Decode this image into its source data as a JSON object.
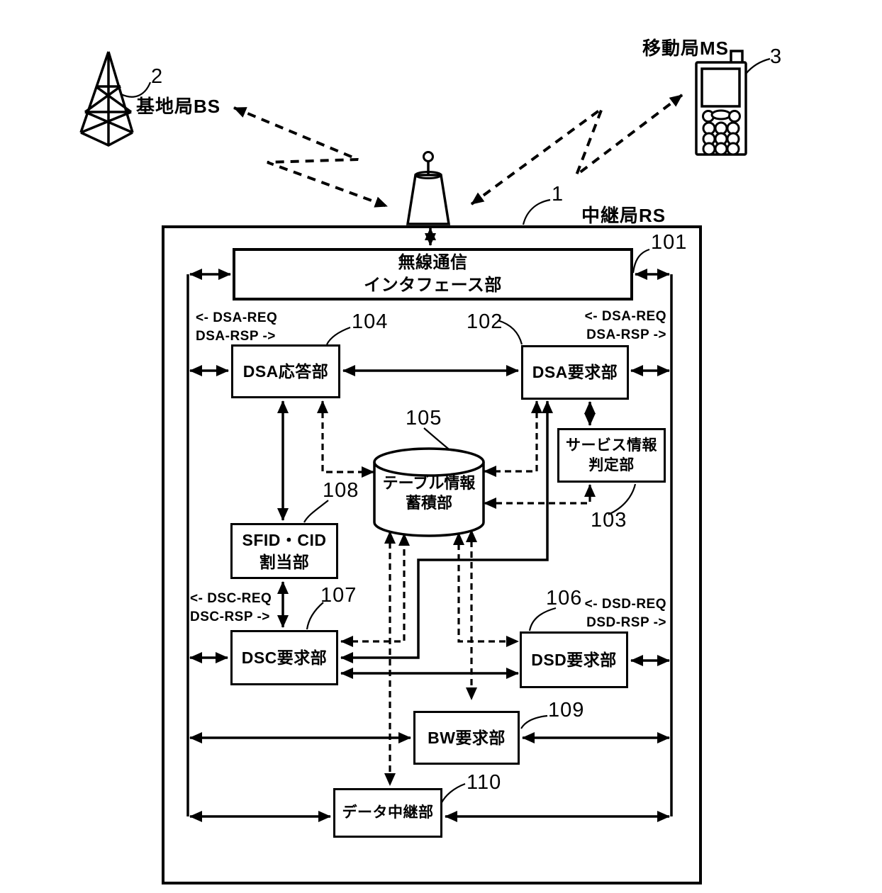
{
  "figure": {
    "relay_station": {
      "ref": "1",
      "label": "中継局RS"
    },
    "base_station": {
      "ref": "2",
      "label": "基地局BS"
    },
    "mobile_station": {
      "ref": "3",
      "label": "移動局MS"
    }
  },
  "blocks": {
    "radio_if": {
      "ref": "101",
      "lines": [
        "無線通信",
        "インタフェース部"
      ]
    },
    "dsa_req": {
      "ref": "102",
      "label": "DSA要求部"
    },
    "svc_judge": {
      "ref": "103",
      "lines": [
        "サービス情報",
        "判定部"
      ]
    },
    "dsa_rsp": {
      "ref": "104",
      "label": "DSA応答部"
    },
    "table_store": {
      "ref": "105",
      "lines": [
        "テーブル情報",
        "蓄積部"
      ]
    },
    "dsd_req": {
      "ref": "106",
      "label": "DSD要求部"
    },
    "dsc_req": {
      "ref": "107",
      "label": "DSC要求部"
    },
    "sfid_cid": {
      "ref": "108",
      "lines": [
        "SFID・CID",
        "割当部"
      ]
    },
    "bw_req": {
      "ref": "109",
      "label": "BW要求部"
    },
    "data_relay": {
      "ref": "110",
      "label": "データ中継部"
    }
  },
  "signals": {
    "dsa_left": {
      "line1": "<- DSA-REQ",
      "line2": "DSA-RSP ->"
    },
    "dsa_right": {
      "line1": "<- DSA-REQ",
      "line2": "DSA-RSP ->"
    },
    "dsc_left": {
      "line1": "<- DSC-REQ",
      "line2": "DSC-RSP ->"
    },
    "dsd_right": {
      "line1": "<- DSD-REQ",
      "line2": "DSD-RSP ->"
    }
  },
  "colors": {
    "ink": "#000000",
    "paper": "#ffffff"
  }
}
